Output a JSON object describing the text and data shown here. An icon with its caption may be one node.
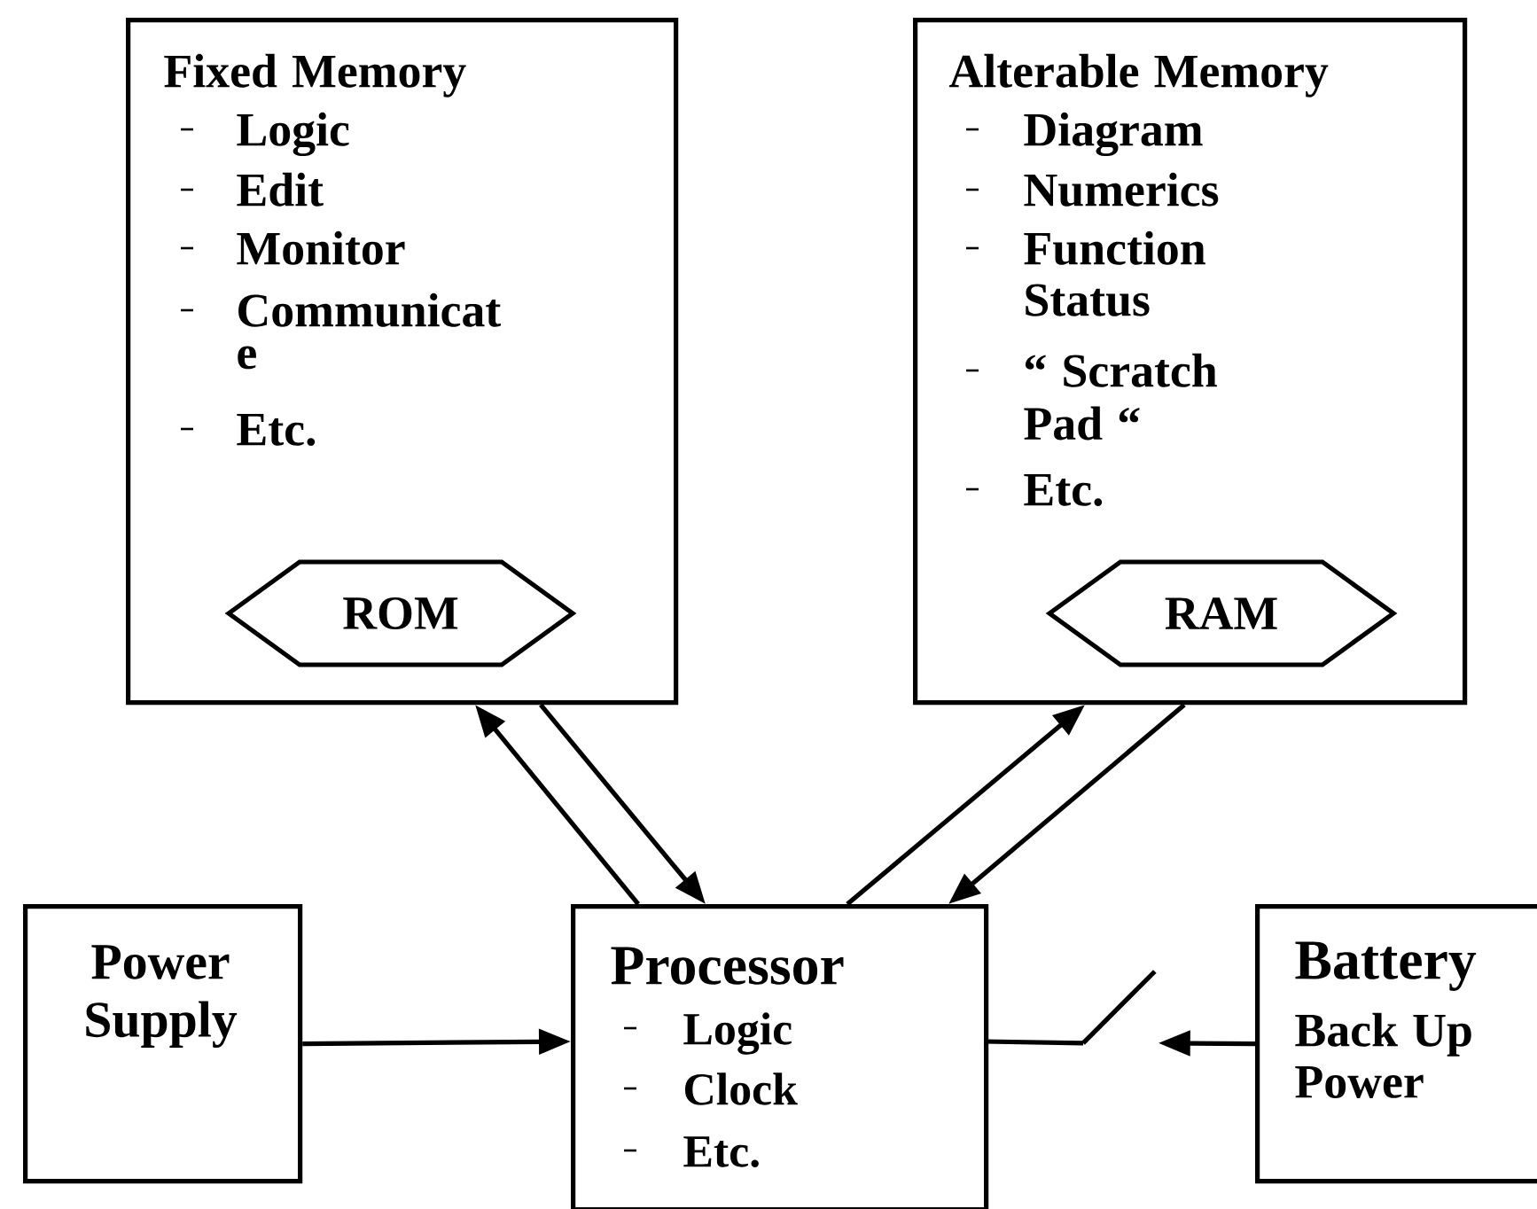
{
  "diagram": {
    "nodes": [
      {
        "text": [
          "Fixed Memory",
          "Logic",
          "Edit",
          "Monitor",
          "Communicat e",
          "Etc."
        ]
      },
      {
        "text": [
          "ROM"
        ],
        "in": 0
      },
      {
        "text": [
          "Alterable Memory",
          "Diagram",
          "Numerics",
          "Function Status",
          "“ Scratch Pad “",
          "Etc."
        ]
      },
      {
        "text": [
          "RAM"
        ],
        "in": 2
      },
      {
        "text": [
          "Power Supply"
        ]
      },
      {
        "text": [
          "Processor",
          "Logic",
          "Clock",
          "Etc."
        ]
      },
      {
        "text": [],
        "shape": "switch"
      },
      {
        "text": [
          "Battery",
          "Back Up Power"
        ]
      }
    ],
    "edges": [
      {
        "from": 5,
        "to": 0,
        "arrow": "to"
      },
      {
        "from": 0,
        "to": 5,
        "arrow": "to"
      },
      {
        "from": 5,
        "to": 2,
        "arrow": "to"
      },
      {
        "from": 2,
        "to": 5,
        "arrow": "to"
      },
      {
        "from": 4,
        "to": 5,
        "arrow": "to"
      },
      {
        "from": 5,
        "to": 6,
        "arrow": "none"
      },
      {
        "from": 7,
        "to": 6,
        "arrow": "to"
      }
    ]
  }
}
